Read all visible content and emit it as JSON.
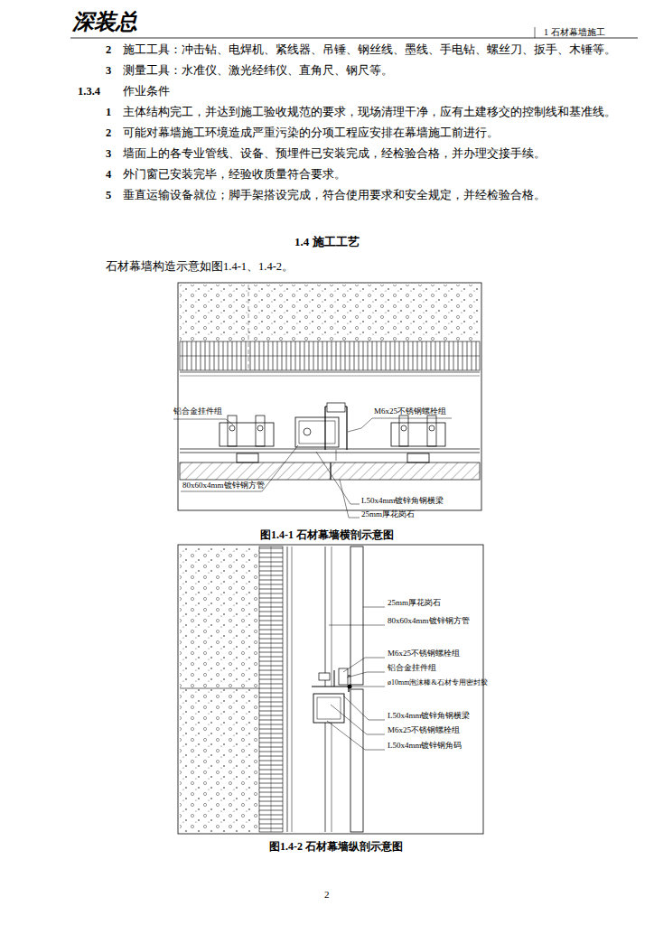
{
  "diagram": {
    "title": "1.4 施工工艺",
    "labels": [
      "深装总",
      "1 石材幕墙施工",
      "2",
      "施工工具：冲击钻、电焊机、紧线器、吊锤、钢丝线、墨线、手电钻、螺丝刀、扳手、木锤等。",
      "3",
      "测量工具：水准仪、激光经纬仪、直角尺、钢尺等。",
      "1.3.4",
      "作业条件",
      "1",
      "主体结构完工，并达到施工验收规范的要求，现场清理干净，应有土建移交的控制线和基准线。",
      "2",
      "可能对幕墙施工环境造成严重污染的分项工程应安排在幕墙施工前进行。",
      "3",
      "墙面上的各专业管线、设备、预埋件已安装完成，经检验合格，并办理交接手续。",
      "4",
      "外门窗已安装完毕，经验收质量符合要求。",
      "5",
      "垂直运输设备就位；脚手架搭设完成，符合使用要求和安全规定，并经检验合格。",
      "石材幕墙构造示意如图1.4-1、1.4-2。",
      "铝合金挂件组",
      "M6x25不锈钢螺栓组",
      "80x60x4mm镀锌钢方管",
      "L50x4mm镀锌角钢横梁",
      "25mm厚花岗石",
      "图1.4-1 石材幕墙横剖示意图",
      "25mm厚花岗石",
      "80x60x4mm镀锌钢方管",
      "M6x25不锈钢螺栓组",
      "铝合金挂件组",
      "ø10mm泡沫棒&石材专用密封胶",
      "L50x4mm镀锌角钢横梁",
      "M6x25不锈钢螺栓组",
      "L50x4mm镀锌钢角码",
      "图1.4-2 石材幕墙纵剖示意图",
      "2"
    ]
  }
}
